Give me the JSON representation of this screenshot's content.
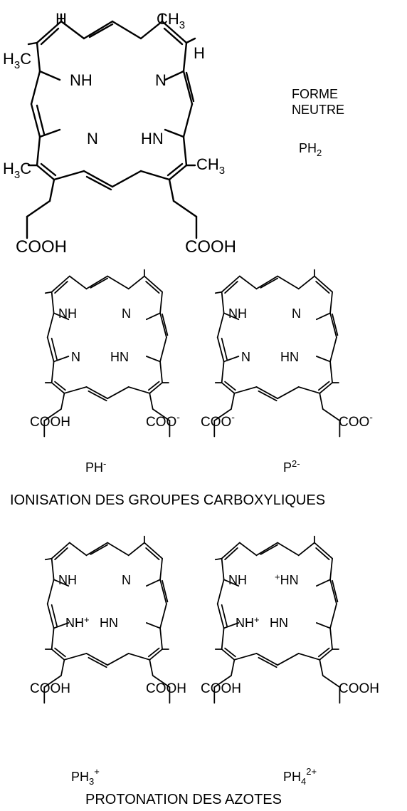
{
  "main_structure": {
    "labels": {
      "h_top_left": "H",
      "ch3_top_right": "CH",
      "ch3_top_right_sub": "3",
      "h_right": "H",
      "h3c_left": "H",
      "h3c_left_sub": "3",
      "h3c_left_c": "C",
      "nh_top": "NH",
      "n_top": "N",
      "n_bottom": "N",
      "hn_bottom": "HN",
      "h3c_left2": "H",
      "h3c_left2_sub": "3",
      "h3c_left2_c": "C",
      "ch3_right2": "CH",
      "ch3_right2_sub": "3",
      "cooh_left": "COOH",
      "cooh_right": "COOH"
    },
    "state_title_line1": "FORME",
    "state_title_line2": "NEUTRE",
    "formula_base": "PH",
    "formula_sub": "2"
  },
  "ionisation": {
    "ph_minus": {
      "nh": "NH",
      "n_top": "N",
      "n_bottom": "N",
      "hn": "HN",
      "acid_left": "COOH",
      "acid_right": "COO",
      "acid_right_sup": "-",
      "formula_base": "PH",
      "formula_sup": "-"
    },
    "p_2minus": {
      "nh": "NH",
      "n_top": "N",
      "n_bottom": "N",
      "hn": "HN",
      "acid_left": "COO",
      "acid_left_sup": "-",
      "acid_right": "COO",
      "acid_right_sup": "-",
      "formula_base": "P",
      "formula_sup": "2-"
    },
    "caption": "IONISATION DES GROUPES CARBOXYLIQUES"
  },
  "protonation": {
    "ph3_plus": {
      "nh": "NH",
      "n_top": "N",
      "nh_plus": "NH",
      "nh_plus_sup": "+",
      "hn": "HN",
      "acid_left": "COOH",
      "acid_right": "COOH",
      "formula_base": "PH",
      "formula_sub": "3",
      "formula_sup": "+"
    },
    "ph4_2plus": {
      "nh": "NH",
      "hn_plus_sup": "+",
      "hn_top": "HN",
      "nh_plus": "NH",
      "nh_plus_sup": "+",
      "hn": "HN",
      "acid_left": "COOH",
      "acid_right": "COOH",
      "formula_base": "PH",
      "formula_sub": "4",
      "formula_sup": "2+"
    },
    "caption": "PROTONATION DES AZOTES"
  }
}
